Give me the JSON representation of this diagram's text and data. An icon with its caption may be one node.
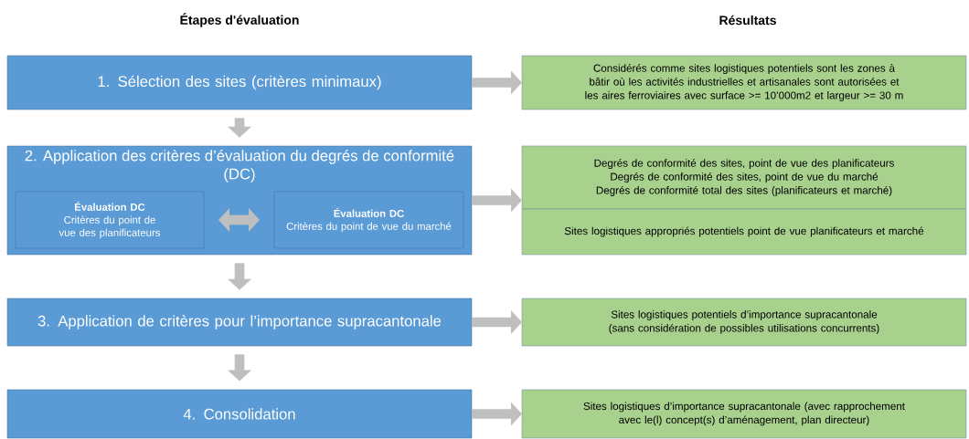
{
  "diagram": {
    "nodes": [
      {
        "text": [
          "1. Sélection des sites (critères minimaux)"
        ]
      },
      {
        "text": [
          "Considérés comme sites logistiques potentiels sont les zones à bâtir où les activités industrielles et artisanales sont autorisées et les aires ferroviaires avec surface >= 10’000m2 et largeur >= 30 m"
        ]
      },
      {
        "text": [
          "2. Application des critères d’évaluation du degrés de conformité (DC)"
        ]
      },
      {
        "text": [
          "Évaluation DC",
          "Critères du point de vue des planificateurs"
        ],
        "in": 2
      },
      {
        "text": [
          "Évaluation DC",
          "Critères du point de vue du marché"
        ],
        "in": 2
      },
      {
        "text": [
          "Degrés de conformité des sites, point de vue des planificateurs",
          "Degrés de conformité des sites, point de vue du marché",
          "Degrés de conformité total des sites (planificateurs et marché)"
        ]
      },
      {
        "text": [
          "Sites logistiques appropriés potentiels point de vue planificateurs et marché"
        ]
      },
      {
        "text": [
          "3. Application de critères pour l’importance supracantonale"
        ]
      },
      {
        "text": [
          "Sites logistiques potentiels d’importance supracantonale (sans considération de possibles utilisations concurrents)"
        ]
      },
      {
        "text": [
          "4. Consolidation"
        ]
      },
      {
        "text": [
          "Sites logistiques d’importance supracantonale (avec rapprochement avec le(l) concept(s) d’aménagement, plan directeur)"
        ]
      }
    ],
    "edges": [
      {
        "from": 0,
        "to": 1,
        "arrow": "to"
      },
      {
        "from": 0,
        "to": 2,
        "arrow": "to"
      },
      {
        "from": 3,
        "to": 4,
        "arrow": "both"
      },
      {
        "from": 2,
        "to": 5,
        "arrow": "to"
      },
      {
        "from": 2,
        "to": 7,
        "arrow": "to"
      },
      {
        "from": 7,
        "to": 8,
        "arrow": "to"
      },
      {
        "from": 7,
        "to": 9,
        "arrow": "to"
      },
      {
        "from": 9,
        "to": 10,
        "arrow": "to"
      }
    ],
    "labels": [
      "Étapes d'évaluation",
      "Résultats"
    ]
  }
}
